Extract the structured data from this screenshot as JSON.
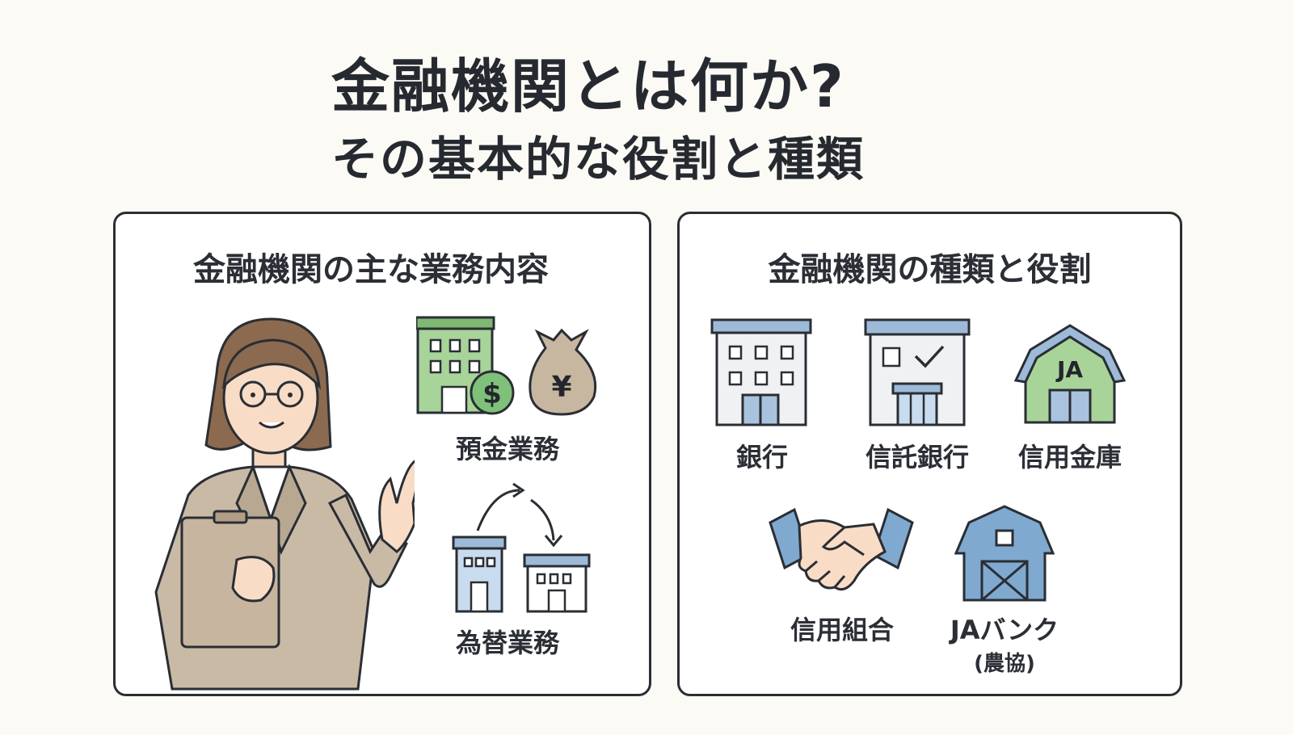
{
  "title": {
    "main": "金融機関とは何か?",
    "sub": "その基本的な役割と種類"
  },
  "left_panel": {
    "heading": "金融機関の主な業務内容",
    "items": [
      {
        "label": "預金業務",
        "icon": "bank-with-dollar-and-yen-bag-icon",
        "symbols": [
          "$",
          "¥"
        ]
      },
      {
        "label": "為替業務",
        "icon": "transfer-between-buildings-icon"
      }
    ]
  },
  "right_panel": {
    "heading": "金融機関の種類と役割",
    "items": [
      {
        "label": "銀行",
        "icon": "bank-building-icon"
      },
      {
        "label": "信託銀行",
        "icon": "trust-bank-icon"
      },
      {
        "label": "信用金庫",
        "icon": "ja-barn-icon",
        "badge": "JA"
      },
      {
        "label": "信用組合",
        "icon": "handshake-icon"
      },
      {
        "label": "JAバンク",
        "sublabel": "(農協)",
        "icon": "barn-icon"
      }
    ]
  },
  "colors": {
    "background": "#fbfaf4",
    "green": "#9ccc8f",
    "blue": "#9dbad8",
    "beige": "#c8b9a6",
    "outline": "#2a2e34"
  }
}
